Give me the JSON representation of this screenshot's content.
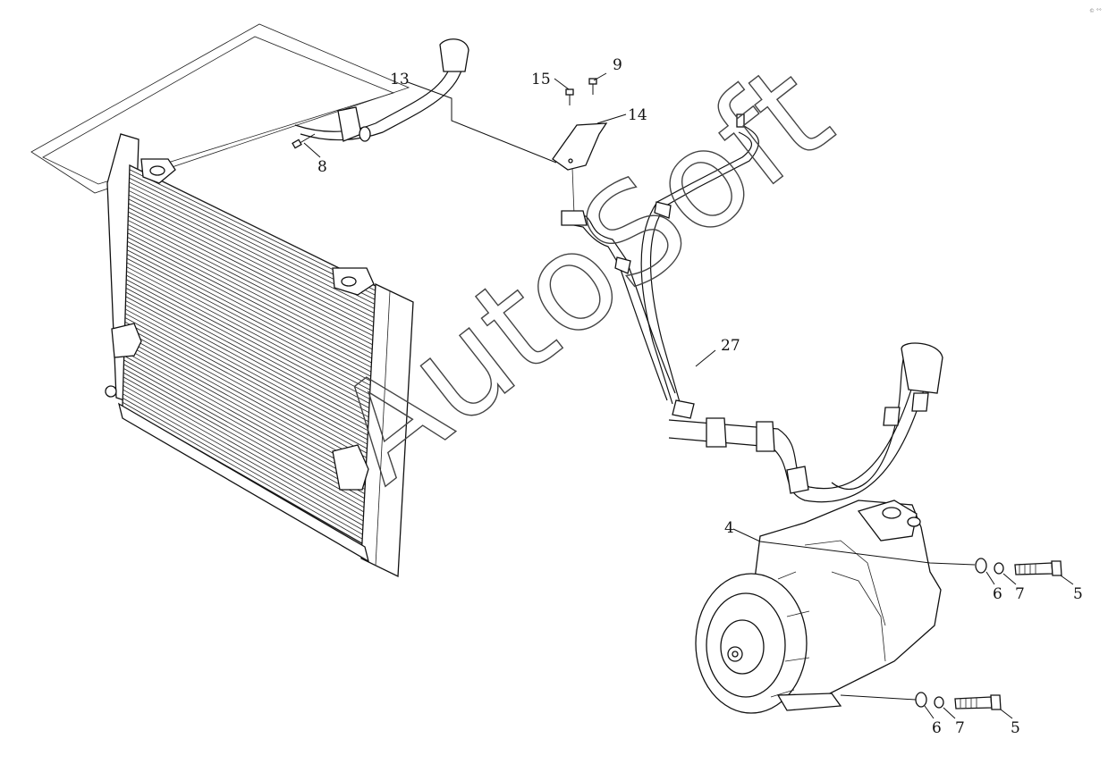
{
  "diagram": {
    "watermark": "AutoSoft",
    "corner_mark": "© °°",
    "callouts": [
      {
        "id": "label-13",
        "text": "13"
      },
      {
        "id": "label-15",
        "text": "15"
      },
      {
        "id": "label-9",
        "text": "9"
      },
      {
        "id": "label-14",
        "text": "14"
      },
      {
        "id": "label-8",
        "text": "8"
      },
      {
        "id": "label-27",
        "text": "27"
      },
      {
        "id": "label-4",
        "text": "4"
      },
      {
        "id": "label-6a",
        "text": "6"
      },
      {
        "id": "label-7a",
        "text": "7"
      },
      {
        "id": "label-5a",
        "text": "5"
      },
      {
        "id": "label-6b",
        "text": "6"
      },
      {
        "id": "label-7b",
        "text": "7"
      },
      {
        "id": "label-5b",
        "text": "5"
      }
    ]
  }
}
